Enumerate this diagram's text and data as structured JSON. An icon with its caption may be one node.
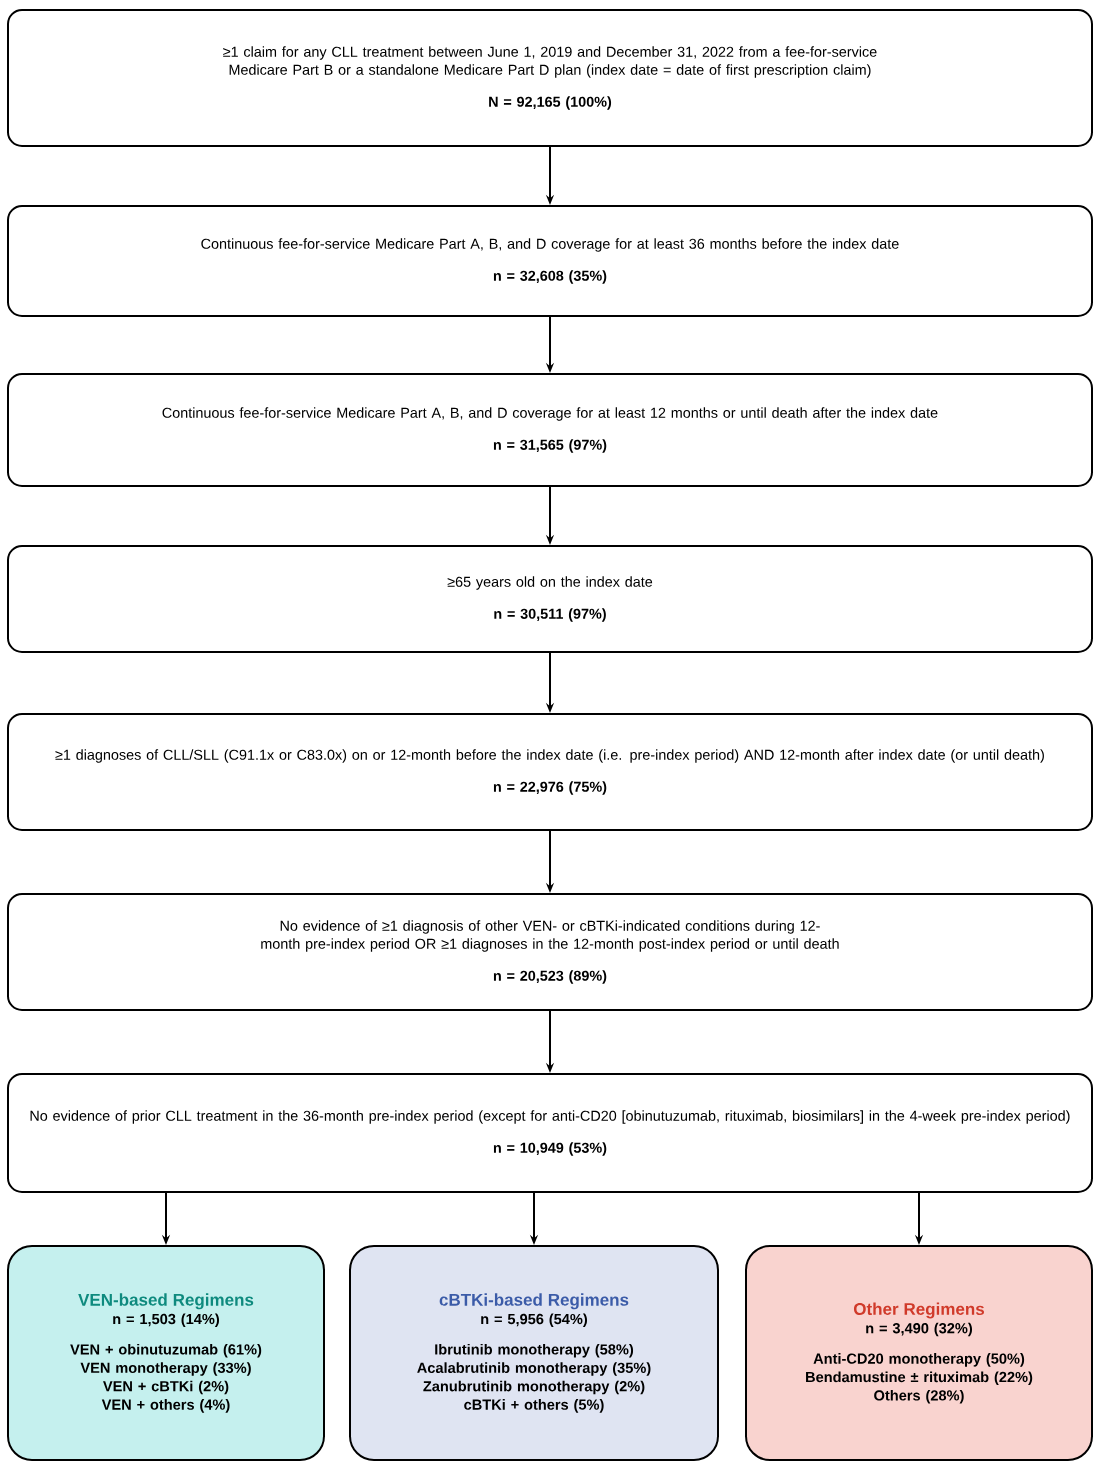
{
  "diagram": {
    "nodes": [
      {
        "text": [
          "≥1 claim for any CLL treatment between June 1, 2019 and December 31, 2022 from a fee-for-service Medicare Part B or a standalone Medicare Part D plan (index date = date of first prescription claim)",
          "N = 92,165 (100%)"
        ]
      },
      {
        "text": [
          "Continuous fee-for-service Medicare Part A, B, and D coverage for at least 36 months before the index date",
          "n = 32,608 (35%)"
        ]
      },
      {
        "text": [
          "Continuous fee-for-service Medicare Part A, B, and D coverage for at least 12 months or until death after the index date",
          "n = 31,565 (97%)"
        ]
      },
      {
        "text": [
          "≥65 years old on the index date",
          "n = 30,511 (97%)"
        ]
      },
      {
        "text": [
          "≥1 diagnoses of CLL/SLL (C91.1x or C83.0x) on or 12-month before the index date (i.e. pre-index period) AND 12-month after index date (or until death)",
          "n = 22,976 (75%)"
        ]
      },
      {
        "text": [
          "No evidence of ≥1 diagnosis of other VEN- or cBTKi-indicated conditions during 12-month pre-index period OR ≥1 diagnoses in the 12-month post-index period or until death",
          "n = 20,523 (89%)"
        ]
      },
      {
        "text": [
          "No evidence of prior CLL treatment in the 36-month pre-index period (except for anti-CD20 [obinutuzumab, rituximab, biosimilars] in the 4-week pre-index period)",
          "n = 10,949 (53%)"
        ]
      },
      {
        "text": [
          "VEN-based Regimens",
          "n = 1,503 (14%)",
          "VEN + obinutuzumab (61%)",
          "VEN monotherapy (33%)",
          "VEN + cBTKi (2%)",
          "VEN + others (4%)"
        ]
      },
      {
        "text": [
          "cBTKi-based Regimens",
          "n = 5,956 (54%)",
          "Ibrutinib monotherapy (58%)",
          "Acalabrutinib monotherapy (35%)",
          "Zanubrutinib monotherapy (2%)",
          "cBTKi + others (5%)"
        ]
      },
      {
        "text": [
          "Other Regimens",
          "n = 3,490 (32%)",
          "Anti-CD20 monotherapy (50%)",
          "Bendamustine ± rituximab (22%)",
          "Others (28%)"
        ]
      }
    ],
    "edges": [
      {
        "from": 0,
        "to": 1,
        "arrow": "to"
      },
      {
        "from": 1,
        "to": 2,
        "arrow": "to"
      },
      {
        "from": 2,
        "to": 3,
        "arrow": "to"
      },
      {
        "from": 3,
        "to": 4,
        "arrow": "to"
      },
      {
        "from": 4,
        "to": 5,
        "arrow": "to"
      },
      {
        "from": 5,
        "to": 6,
        "arrow": "to"
      },
      {
        "from": 6,
        "to": 7,
        "arrow": "to"
      },
      {
        "from": 6,
        "to": 8,
        "arrow": "to"
      },
      {
        "from": 6,
        "to": 9,
        "arrow": "to"
      }
    ]
  }
}
